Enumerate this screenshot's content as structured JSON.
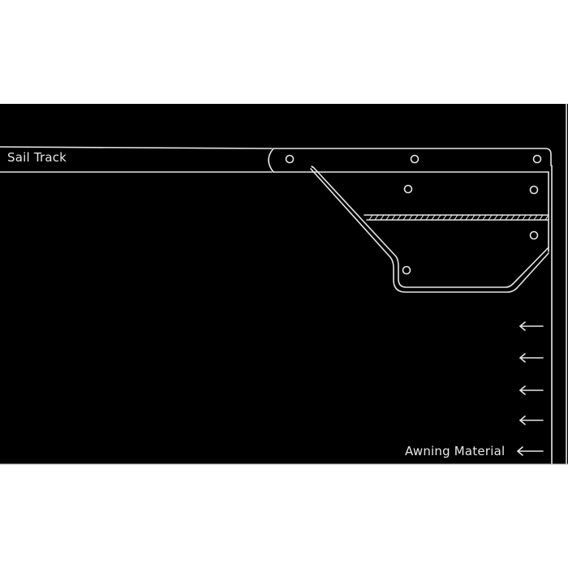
{
  "diagram": {
    "labels": {
      "sail_track": "Sail Track",
      "awning_material": "Awning Material"
    },
    "colors": {
      "background": "#000000",
      "page": "#ffffff",
      "line": "#e6e6e6"
    },
    "arrows": {
      "count": 5,
      "direction": "left",
      "y_positions": [
        402,
        441,
        481,
        518,
        556
      ]
    },
    "bracket_holes": {
      "count": 7
    }
  }
}
